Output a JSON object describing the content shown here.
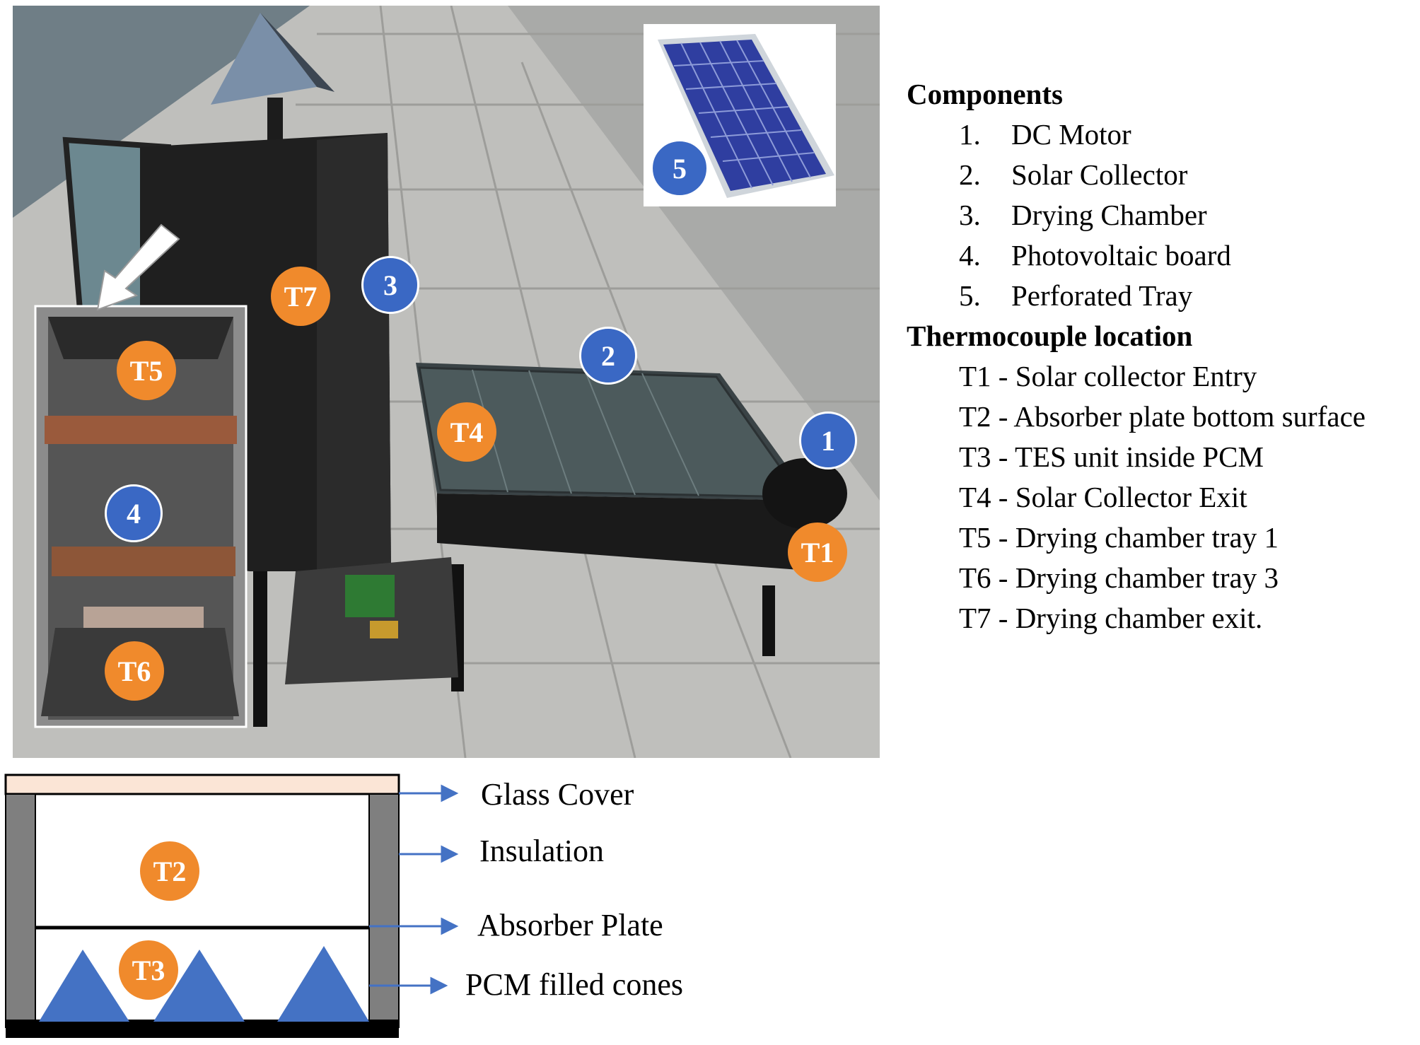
{
  "photo": {
    "markers": {
      "m1": "1",
      "m2": "2",
      "m3": "3",
      "m4": "4",
      "m5": "5",
      "t1": "T1",
      "t4": "T4",
      "t5": "T5",
      "t6": "T6",
      "t7": "T7"
    }
  },
  "legend": {
    "components_heading": "Components",
    "components": [
      {
        "num": "1.",
        "label": "DC Motor"
      },
      {
        "num": "2.",
        "label": "Solar Collector"
      },
      {
        "num": "3.",
        "label": "Drying Chamber"
      },
      {
        "num": "4.",
        "label": "Photovoltaic board"
      },
      {
        "num": "5.",
        "label": "Perforated Tray"
      }
    ],
    "thermo_heading": "Thermocouple location",
    "thermocouples": [
      "T1 - Solar collector Entry",
      "T2 - Absorber plate bottom surface",
      "T3 - TES unit inside PCM",
      "T4 - Solar Collector Exit",
      "T5 - Drying chamber tray 1",
      "T6 - Drying chamber tray 3",
      "T7 - Drying chamber exit."
    ]
  },
  "section": {
    "labels": {
      "glass": "Glass Cover",
      "insulation": "Insulation",
      "absorber": "Absorber Plate",
      "pcm": "PCM filled cones"
    },
    "markers": {
      "t2": "T2",
      "t3": "T3"
    }
  },
  "colors": {
    "blue_marker": "#3a68c4",
    "orange_marker": "#f08a2c",
    "cone_blue": "#4472c4",
    "arrow_blue": "#4472c4",
    "glass": "#fbe5d6",
    "insulation": "#7f7f7f"
  }
}
